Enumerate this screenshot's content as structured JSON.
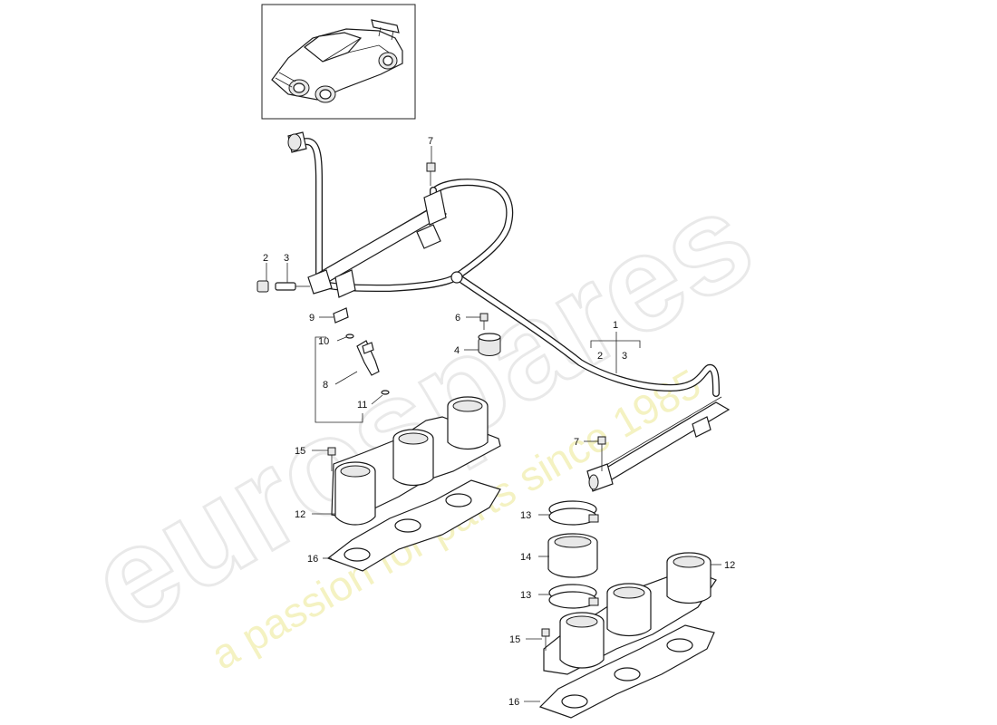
{
  "watermark": {
    "brand": "eurospares",
    "tagline": "a passion for parts since 1985"
  },
  "callouts": [
    {
      "id": "c7a",
      "text": "7"
    },
    {
      "id": "c2",
      "text": "2"
    },
    {
      "id": "c3a",
      "text": "3"
    },
    {
      "id": "c9",
      "text": "9"
    },
    {
      "id": "c10",
      "text": "10"
    },
    {
      "id": "c8",
      "text": "8"
    },
    {
      "id": "c11",
      "text": "11"
    },
    {
      "id": "c6",
      "text": "6"
    },
    {
      "id": "c4",
      "text": "4"
    },
    {
      "id": "c1",
      "text": "1"
    },
    {
      "id": "c2b",
      "text": "2"
    },
    {
      "id": "c3b",
      "text": "3"
    },
    {
      "id": "c7b",
      "text": "7"
    },
    {
      "id": "c15a",
      "text": "15"
    },
    {
      "id": "c12a",
      "text": "12"
    },
    {
      "id": "c16a",
      "text": "16"
    },
    {
      "id": "c13a",
      "text": "13"
    },
    {
      "id": "c14",
      "text": "14"
    },
    {
      "id": "c13b",
      "text": "13"
    },
    {
      "id": "c12b",
      "text": "12"
    },
    {
      "id": "c15b",
      "text": "15"
    },
    {
      "id": "c16b",
      "text": "16"
    }
  ],
  "colors": {
    "watermark_outline": "#e9e9e9",
    "watermark_tagline": "#f3f0b8",
    "line": "#1a1a1a"
  }
}
